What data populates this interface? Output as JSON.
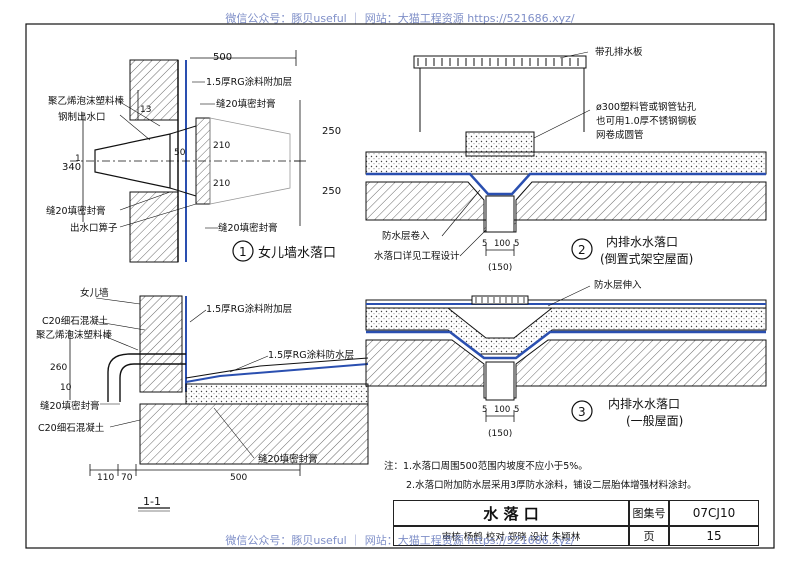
{
  "watermark": {
    "top": "微信公众号：豚贝useful ｜ 网站：大猫工程资源 https://521686.xyz/",
    "bottom": "微信公众号：豚贝useful ｜ 网站：大猫工程资源 https://521686.xyz/"
  },
  "detail1": {
    "number": "1",
    "title": "女儿墙水落口",
    "dim_top": "500",
    "dim_13": "13",
    "dim_340": "340",
    "dim_250a": "250",
    "dim_250b": "250",
    "dim_50": "50",
    "dim_210a": "210",
    "dim_210b": "210",
    "label_rg": "1.5厚RG涂料附加层",
    "label_seal_top": "缝20填密封膏",
    "label_foam": "聚乙烯泡沫塑料棒",
    "label_steel_outlet": "钢制出水口",
    "label_seal_bottom": "缝20填密封膏",
    "label_grate": "出水口箅子",
    "label_seal_right": "缝20填密封膏",
    "section_mark": "1"
  },
  "detail_section": {
    "title": "1-1",
    "label_parapet": "女儿墙",
    "label_c20_top": "C20细石混凝土",
    "label_foam": "聚乙烯泡沫塑料棒",
    "label_rg_add": "1.5厚RG涂料附加层",
    "label_rg_water": "1.5厚RG涂料防水层",
    "label_seal_a": "缝20填密封膏",
    "label_c20_bot": "C20细石混凝土",
    "label_seal_b": "缝20填密封膏",
    "dim_260": "260",
    "dim_10": "10",
    "dim_110": "110",
    "dim_70": "70",
    "dim_500": "500"
  },
  "detail2": {
    "number": "2",
    "title_line1": "内排水水落口",
    "title_line2": "(倒置式架空屋面)",
    "label_board": "带孔排水板",
    "label_pipe1": "ø300塑料管或钢管钻孔",
    "label_pipe2": "也可用1.0厚不锈钢钢板",
    "label_pipe3": "网卷成圆管",
    "label_waterproof": "防水层卷入",
    "label_outlet": "水落口详见工程设计",
    "dim_5a": "5",
    "dim_100": "100",
    "dim_5b": "5",
    "dim_150": "(150)"
  },
  "detail3": {
    "number": "3",
    "title_line1": "内排水水落口",
    "title_line2": "(一般屋面)",
    "label_waterproof": "防水层伸入",
    "dim_5a": "5",
    "dim_100": "100",
    "dim_5b": "5",
    "dim_150": "(150)"
  },
  "notes": {
    "line1": "注：1.水落口周围500范围内坡度不应小于5%。",
    "line2": "2.水落口附加防水层采用3厚防水涂料，铺设二层胎体增强材料涂封。"
  },
  "title_block": {
    "drawing_title": "水  落  口",
    "atlas_label": "图集号",
    "atlas_no": "07CJ10",
    "row2": "审核 杨鹤 校对 郑晓 设计 朱颖林",
    "page_label": "页",
    "page_no": "15"
  }
}
